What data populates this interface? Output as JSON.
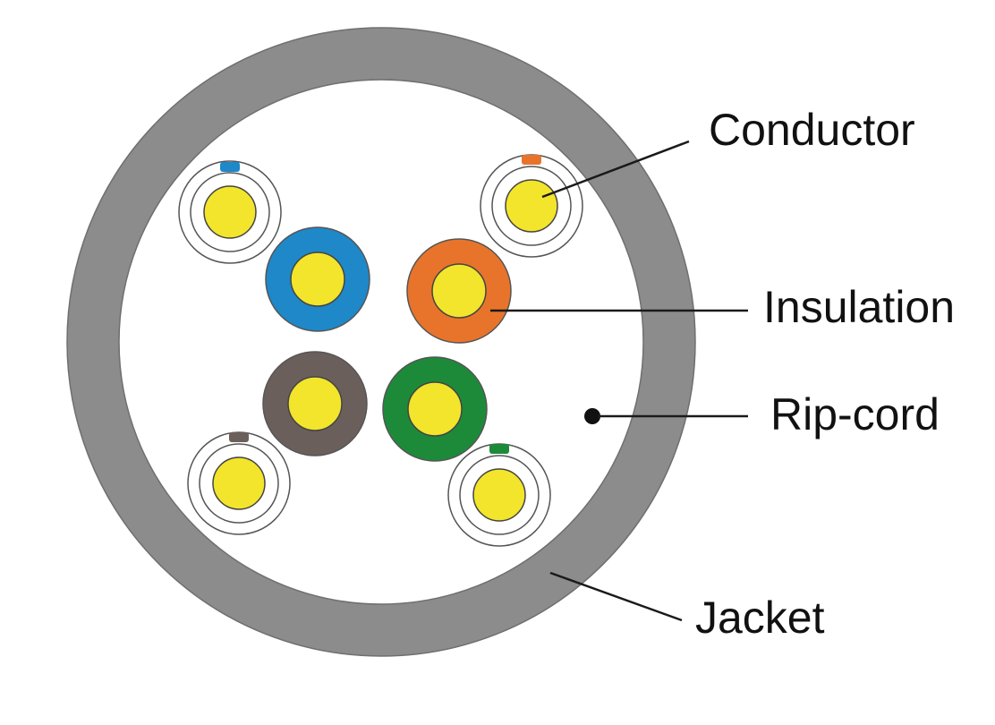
{
  "labels": {
    "conductor": "Conductor",
    "insulation": "Insulation",
    "rip_cord": "Rip-cord",
    "jacket": "Jacket"
  },
  "colors": {
    "jacket": "#8c8c8c",
    "conductor": "#f2e52b",
    "blue": "#1e88c9",
    "orange": "#e8742b",
    "brown": "#6b5f5c",
    "green": "#1d8a3a",
    "leader_line": "#1a1a1a"
  },
  "wire_pairs": [
    {
      "pair": "blue",
      "solid": "blue",
      "striped_marker": "blue"
    },
    {
      "pair": "orange",
      "solid": "orange",
      "striped_marker": "orange"
    },
    {
      "pair": "brown",
      "solid": "brown",
      "striped_marker": "brown"
    },
    {
      "pair": "green",
      "solid": "green",
      "striped_marker": "green"
    }
  ]
}
